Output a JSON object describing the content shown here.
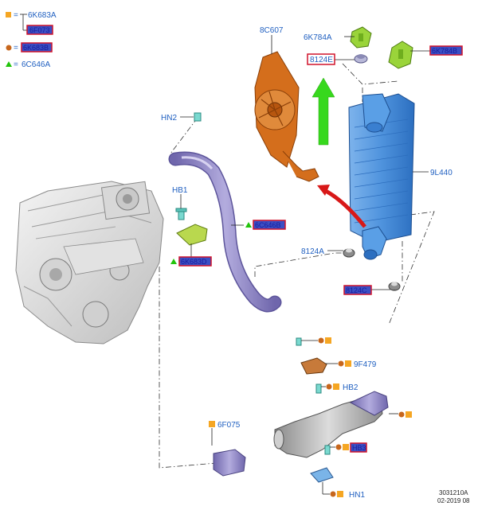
{
  "legend": {
    "square_code": "6K683A",
    "square_code_red": "6F073",
    "circle_code": "6K683B",
    "triangle_code": "6C646A",
    "equals": "="
  },
  "callouts": {
    "c_8C607": "8C607",
    "c_6K784A": "6K784A",
    "c_8124E": "8124E",
    "c_6K784B": "6K784B",
    "c_HN2": "HN2",
    "c_HB1": "HB1",
    "c_9L440": "9L440",
    "c_6C646B": "6C646B",
    "c_6K683D": "6K683D",
    "c_8124A": "8124A",
    "c_8124C": "8124C",
    "c_9F479": "9F479",
    "c_HB2": "HB2",
    "c_6F075": "6F075",
    "c_HB3": "HB3",
    "c_HN1": "HN1"
  },
  "footer": {
    "code": "3031210A",
    "date": "02-2019 08"
  },
  "colors": {
    "label_blue": "#1f5fc0",
    "highlight_red": "#d0132b",
    "highlight_fill": "#3b4fc4",
    "square_marker": "#f5a623",
    "circle_marker": "#c7661c",
    "triangle_marker": "#22c40b",
    "intercooler": "#4f93dd",
    "fan": "#d46e1c",
    "hose": "#8f86c6",
    "green_arrow": "#37d81d",
    "red_arrow": "#d81818"
  }
}
